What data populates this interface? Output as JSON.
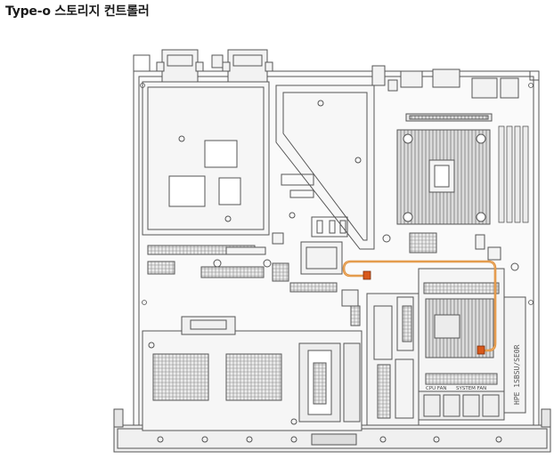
{
  "page": {
    "title": "Type-o 스토리지 컨트롤러"
  },
  "diagram": {
    "board_labels": [
      "CPU FAN",
      "SYSTEM FAN"
    ],
    "side_label": "HPE 1SBSU/SE0R",
    "colors": {
      "line": "#555555",
      "fill_light": "#f4f4f4",
      "heatsink": "#d9d9d9",
      "cable": "#e08a2e",
      "connector": "#d8581a"
    }
  }
}
